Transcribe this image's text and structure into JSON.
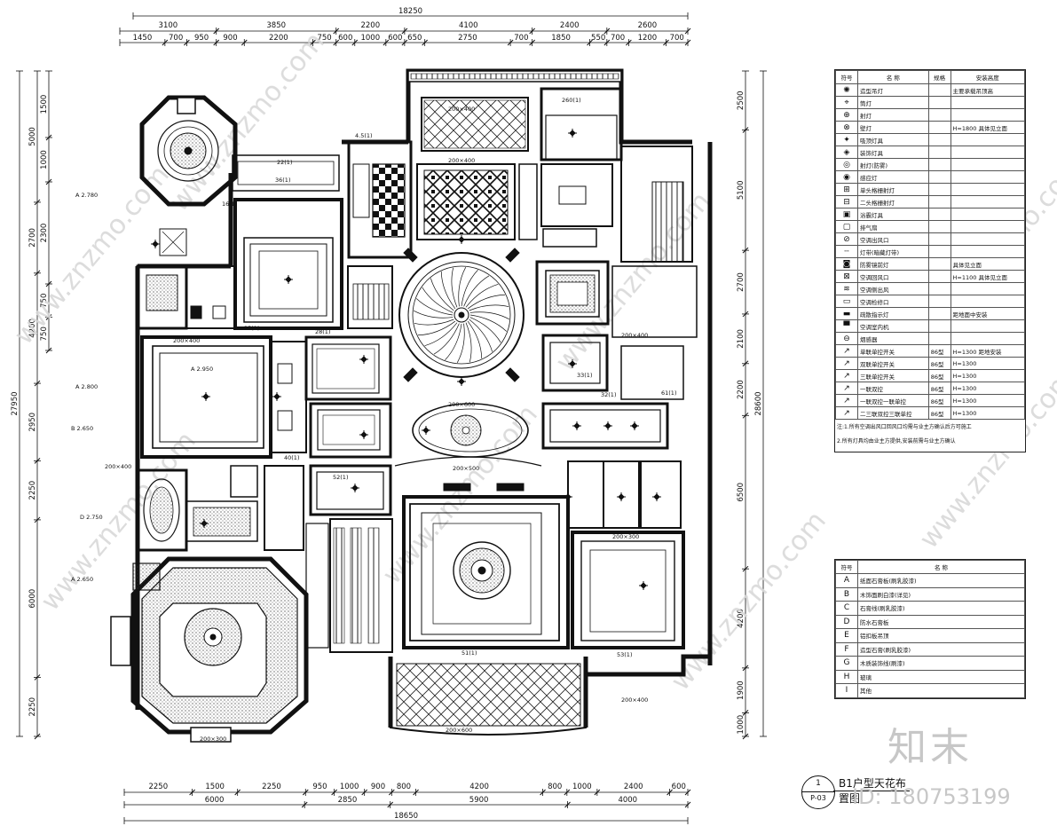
{
  "drawing": {
    "title": "B1户型天花布置图",
    "callout_number": "1",
    "callout_code": "P-03"
  },
  "watermark": {
    "zhi": "知末",
    "id": "ID: 180753199",
    "site": "www.znzmo.com"
  },
  "dims": {
    "top_total": "18250",
    "top_row1": [
      "3100",
      "3850",
      "2200",
      "4100",
      "2400",
      "2600"
    ],
    "top_row2": [
      "1450",
      "700",
      "950",
      "900",
      "2200",
      "750",
      "600",
      "1000",
      "600",
      "650",
      "2750",
      "700",
      "1850",
      "550",
      "700",
      "1200",
      "700"
    ],
    "bottom_total": "18650",
    "bottom_row1": [
      "2250",
      "1500",
      "2250",
      "950",
      "1000",
      "900",
      "800",
      "4200",
      "800",
      "1000",
      "2400",
      "600"
    ],
    "bottom_row2": [
      "6000",
      "2850",
      "5900",
      "4000"
    ],
    "left_total": "27950",
    "left_row1": [
      "5000",
      "2700",
      "4200",
      "2950",
      "2250",
      "6000",
      "2250"
    ],
    "left_row2": [
      "1500",
      "1000",
      "2300",
      "750",
      "750"
    ],
    "right_total": "28600",
    "right_row1": [
      "2500",
      "5100",
      "2700",
      "2100",
      "2200",
      "6500",
      "4200",
      "1900",
      "1000"
    ]
  },
  "room_labels": [
    "200×400",
    "260(1)",
    "4.5(1)",
    "200×400",
    "16(1)",
    "25(1)",
    "28(1)",
    "200×400",
    "32(1)",
    "40(1)",
    "200×500",
    "200×600",
    "200×300",
    "200×400",
    "53(1)",
    "200×400",
    "51(1)",
    "52(1)",
    "61(1)",
    "200×400",
    "200×600",
    "200×300",
    "22(1)",
    "36(1)",
    "33(1)",
    "A 2.950",
    "A 2.650",
    "A 2.780",
    "B 2.650",
    "D 2.750",
    "A 2.800"
  ],
  "legend1": {
    "headers": [
      "符号",
      "名 称",
      "规格",
      "安装高度"
    ],
    "rows": [
      {
        "sym": "✺",
        "name": "造型吊灯",
        "spec": "",
        "height": "主要承载吊顶高"
      },
      {
        "sym": "⌖",
        "name": "筒灯",
        "spec": "",
        "height": ""
      },
      {
        "sym": "⊕",
        "name": "射灯",
        "spec": "",
        "height": ""
      },
      {
        "sym": "⊗",
        "name": "壁灯",
        "spec": "",
        "height": "H=1800 具体见立面"
      },
      {
        "sym": "✦",
        "name": "吸顶灯具",
        "spec": "",
        "height": ""
      },
      {
        "sym": "◈",
        "name": "装饰灯具",
        "spec": "",
        "height": ""
      },
      {
        "sym": "◎",
        "name": "射灯(防雾)",
        "spec": "",
        "height": ""
      },
      {
        "sym": "◉",
        "name": "感应灯",
        "spec": "",
        "height": ""
      },
      {
        "sym": "⊞",
        "name": "单头格栅射灯",
        "spec": "",
        "height": ""
      },
      {
        "sym": "⊟",
        "name": "二头格栅射灯",
        "spec": "",
        "height": ""
      },
      {
        "sym": "▣",
        "name": "浴霸灯具",
        "spec": "",
        "height": ""
      },
      {
        "sym": "▢",
        "name": "排气扇",
        "spec": "",
        "height": ""
      },
      {
        "sym": "⊘",
        "name": "空调出风口",
        "spec": "",
        "height": ""
      },
      {
        "sym": "┄",
        "name": "灯带(暗藏灯带)",
        "spec": "",
        "height": ""
      },
      {
        "sym": "◙",
        "name": "防雾镜前灯",
        "spec": "",
        "height": "具体见立面"
      },
      {
        "sym": "⊠",
        "name": "空调回风口",
        "spec": "",
        "height": "H=1100 具体见立面"
      },
      {
        "sym": "≋",
        "name": "空调侧出风",
        "spec": "",
        "height": ""
      },
      {
        "sym": "▭",
        "name": "空调检修口",
        "spec": "",
        "height": ""
      },
      {
        "sym": "▬",
        "name": "疏散指示灯",
        "spec": "",
        "height": "距地面中安装"
      },
      {
        "sym": "▀",
        "name": "空调室内机",
        "spec": "",
        "height": ""
      },
      {
        "sym": "⊖",
        "name": "烟感器",
        "spec": "",
        "height": ""
      },
      {
        "sym": "↗",
        "name": "单联单控开关",
        "spec": "86型",
        "height": "H=1300 距地安装"
      },
      {
        "sym": "↗",
        "name": "双联单控开关",
        "spec": "86型",
        "height": "H=1300"
      },
      {
        "sym": "↗",
        "name": "三联单控开关",
        "spec": "86型",
        "height": "H=1300"
      },
      {
        "sym": "↗",
        "name": "一联双控",
        "spec": "86型",
        "height": "H=1300"
      },
      {
        "sym": "↗",
        "name": "一联双控一联单控",
        "spec": "86型",
        "height": "H=1300"
      },
      {
        "sym": "↗",
        "name": "二三联双控三联单控",
        "spec": "86型",
        "height": "H=1300"
      }
    ],
    "notes": [
      "注:1.所有空调出风口回风口均需与业主方确认后方可施工",
      "2.所有灯具均由业主方提供,安装前需与业主方确认"
    ]
  },
  "legend2": {
    "headers": [
      "符号",
      "名 称"
    ],
    "rows": [
      {
        "sym": "A",
        "name": "纸面石膏板(刷乳胶漆)"
      },
      {
        "sym": "B",
        "name": "木饰面刷白漆(详见)"
      },
      {
        "sym": "C",
        "name": "石膏线(刷乳胶漆)"
      },
      {
        "sym": "D",
        "name": "防水石膏板"
      },
      {
        "sym": "E",
        "name": "铝扣板吊顶"
      },
      {
        "sym": "F",
        "name": "造型石膏(刷乳胶漆)"
      },
      {
        "sym": "G",
        "name": "木质装饰线(刷漆)"
      },
      {
        "sym": "H",
        "name": "玻璃"
      },
      {
        "sym": "I",
        "name": "其他"
      }
    ]
  }
}
